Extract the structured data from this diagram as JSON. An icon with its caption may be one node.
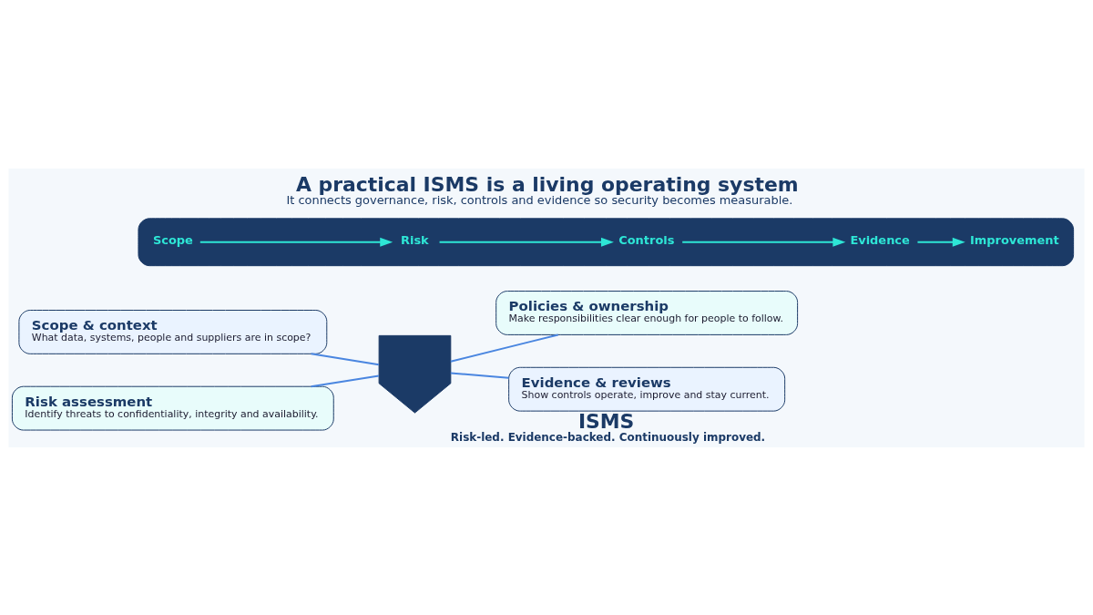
{
  "diagram": {
    "title": "A practical ISMS is a living operating system",
    "caption": "It connects governance, risk, controls and evidence so security becomes measurable.",
    "nodes": [
      {
        "text": [
          "Scope & context",
          "What data, systems, people and suppliers are in scope?"
        ]
      },
      {
        "text": [
          "Policies & ownership",
          "Make responsibilities clear enough for people to follow."
        ]
      },
      {
        "text": [],
        "shape": "shield",
        "beside": [
          "ISMS",
          "Risk-led. Evidence-backed. Continuously improved."
        ]
      },
      {
        "text": [
          "Risk assessment",
          "Identify threats to confidentiality, integrity and availability."
        ]
      },
      {
        "text": [
          "Evidence & reviews",
          "Show controls operate, improve and stay current."
        ]
      },
      {
        "text": [],
        "shape": "bar"
      },
      {
        "text": [
          "Scope"
        ],
        "in": 5
      },
      {
        "text": [
          "Risk"
        ],
        "in": 5
      },
      {
        "text": [
          "Controls"
        ],
        "in": 5
      },
      {
        "text": [
          "Evidence"
        ],
        "in": 5
      },
      {
        "text": [
          "Improvement"
        ],
        "in": 5
      }
    ],
    "edges": [
      {
        "from": 0,
        "to": 2,
        "arrow": "none",
        "color": "#4a86e0"
      },
      {
        "from": 2,
        "to": 1,
        "arrow": "none",
        "color": "#4a86e0"
      },
      {
        "from": 3,
        "to": 2,
        "arrow": "none",
        "color": "#4a86e0"
      },
      {
        "from": 2,
        "to": 4,
        "arrow": "none",
        "color": "#4a86e0"
      },
      {
        "from": 6,
        "to": 7,
        "arrow": "to",
        "color": "#2ee6d6"
      },
      {
        "from": 7,
        "to": 8,
        "arrow": "to",
        "color": "#2ee6d6"
      },
      {
        "from": 8,
        "to": 9,
        "arrow": "to",
        "color": "#2ee6d6"
      },
      {
        "from": 9,
        "to": 10,
        "arrow": "to",
        "color": "#2ee6d6"
      }
    ]
  }
}
